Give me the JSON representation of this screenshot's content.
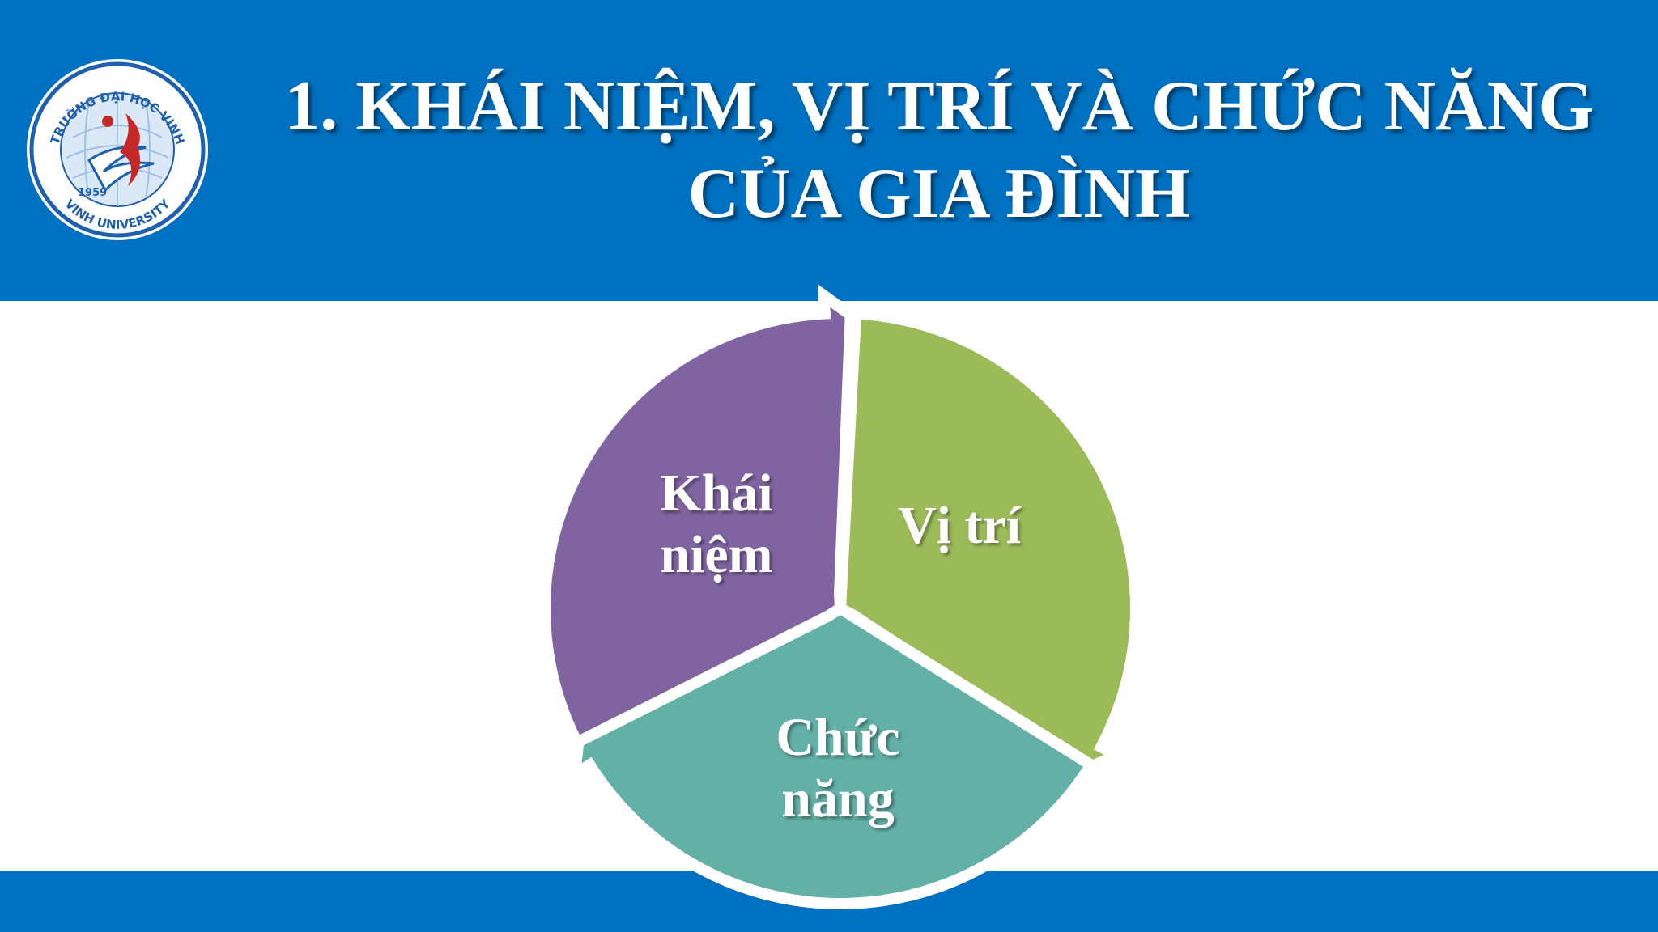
{
  "slide": {
    "title_line1": "1. KHÁI NIỆM, VỊ TRÍ VÀ CHỨC NĂNG",
    "title_line2": "CỦA GIA ĐÌNH"
  },
  "logo": {
    "arc_top_text": "TRƯỜNG ĐẠI HỌC VINH",
    "arc_bottom_text": "VINH UNIVERSITY",
    "year": "1959",
    "icon": "vinh-university-seal"
  },
  "diagram": {
    "segments": [
      {
        "line1": "Khái",
        "line2": "niệm",
        "color": "#8064a2"
      },
      {
        "line1": "Vị trí",
        "line2": "",
        "color": "#9bbb59"
      },
      {
        "line1": "Chức",
        "line2": "năng",
        "color": "#62b0a6"
      }
    ]
  },
  "colors": {
    "band": "#0070c0",
    "background": "#ffffff"
  }
}
